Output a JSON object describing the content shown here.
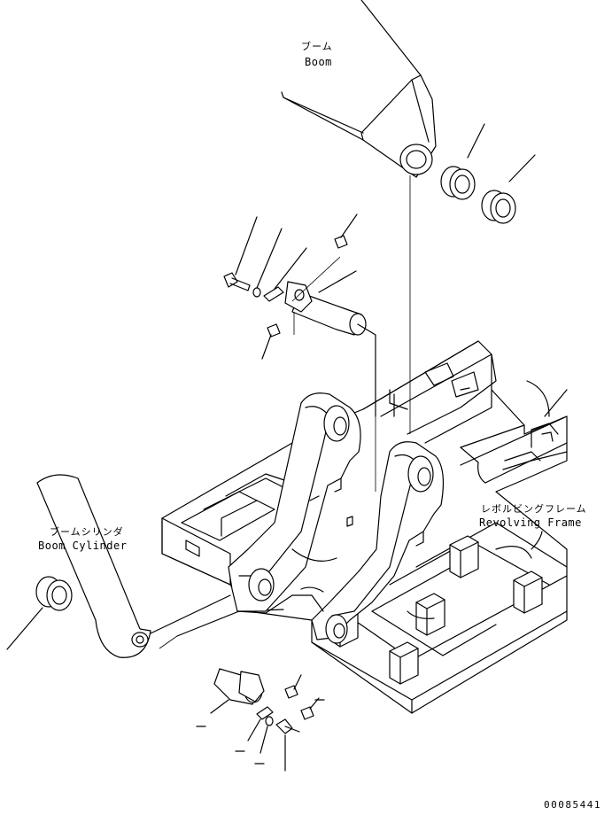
{
  "labels": {
    "boom_jp": "ブーム",
    "boom_en": "Boom",
    "boom_cylinder_jp": "ブームシリンダ",
    "boom_cylinder_en": "Boom Cylinder",
    "revolving_frame_jp": "レボルビングフレーム",
    "revolving_frame_en": "Revolving Frame",
    "drawing_number": "00085441"
  }
}
